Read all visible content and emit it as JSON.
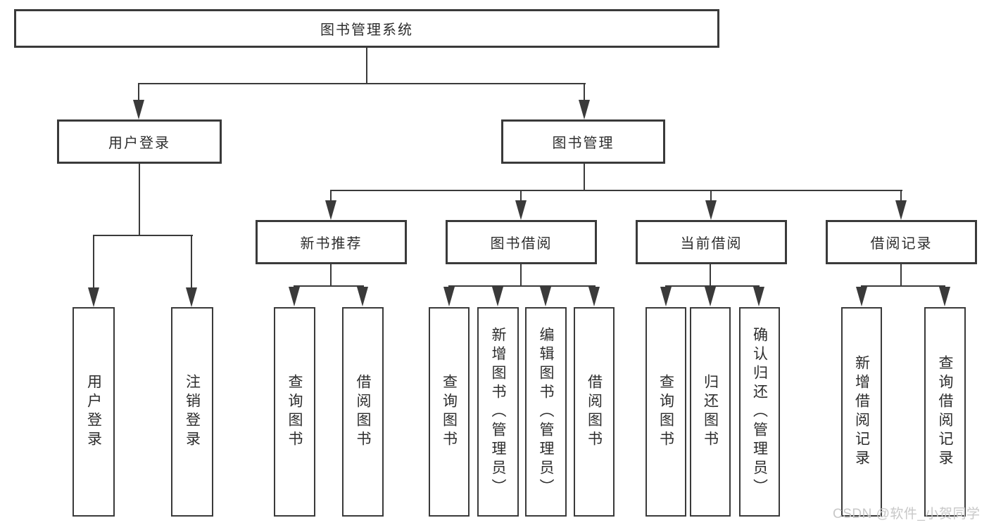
{
  "diagram": {
    "root": {
      "label": "图书管理系统"
    },
    "level2": [
      {
        "label": "用户登录"
      },
      {
        "label": "图书管理"
      }
    ],
    "level3": [
      {
        "label": "新书推荐"
      },
      {
        "label": "图书借阅"
      },
      {
        "label": "当前借阅"
      },
      {
        "label": "借阅记录"
      }
    ],
    "leaves": [
      {
        "label": "用户登录"
      },
      {
        "label": "注销登录"
      },
      {
        "label": "查询图书"
      },
      {
        "label": "借阅图书"
      },
      {
        "label": "查询图书"
      },
      {
        "label": "新增图书（管理员）"
      },
      {
        "label": "编辑图书（管理员）"
      },
      {
        "label": "借阅图书"
      },
      {
        "label": "查询图书"
      },
      {
        "label": "归还图书"
      },
      {
        "label": "确认归还（管理员）"
      },
      {
        "label": "新增借阅记录"
      },
      {
        "label": "查询借阅记录"
      }
    ]
  },
  "watermark": {
    "text": "CSDN @软件_小贺同学"
  },
  "colors": {
    "line": "#3a3a3a",
    "text": "#2d2d2d",
    "background": "#ffffff",
    "watermark": "#c8c8c8"
  }
}
